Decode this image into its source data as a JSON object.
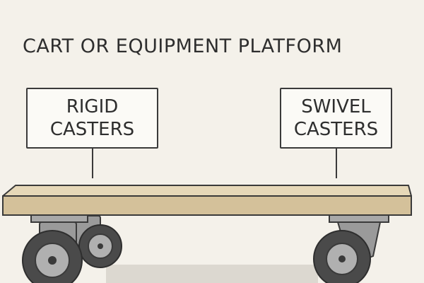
{
  "title": "CART OR EQUIPMENT PLATFORM",
  "callouts": {
    "rigid": {
      "line1": "RIGID",
      "line2": "CASTERS"
    },
    "swivel": {
      "line1": "SWIVEL",
      "line2": "CASTERS"
    }
  },
  "colors": {
    "background": "#f4f1ea",
    "platform_top": "#e6d8b8",
    "platform_edge": "#d4c19a",
    "outline": "#3a3a3a",
    "caster_metal": "#9a9a9a",
    "wheel_tire": "#4a4a4a",
    "wheel_hub": "#b0b0b0",
    "floor_shadow": "#dcd8d0"
  }
}
